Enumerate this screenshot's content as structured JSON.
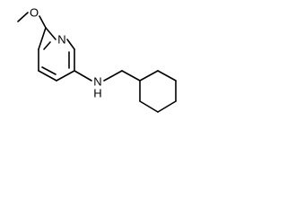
{
  "molecule": {
    "atoms": {
      "methoxy_oxygen": "O",
      "ring_nitrogen": "N",
      "amine_nitrogen": "N",
      "amine_hydrogen": "H"
    }
  },
  "colors": {
    "bond": "#000000",
    "label": "#000000",
    "background": "#ffffff"
  }
}
